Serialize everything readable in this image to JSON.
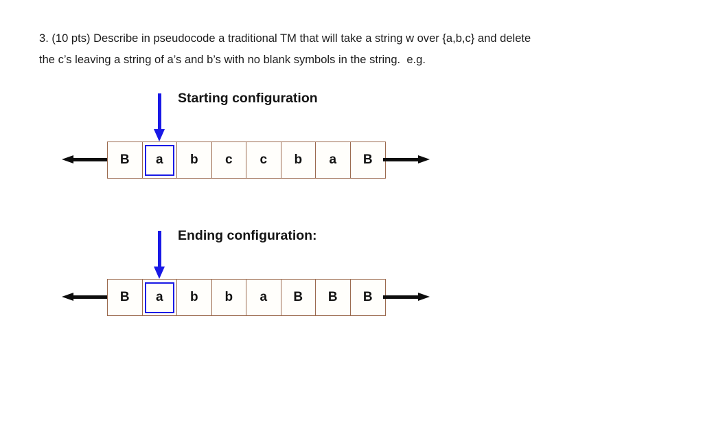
{
  "question": {
    "lines": [
      "3. (10 pts) Describe in pseudocode a traditional TM that will take a string w over {a,b,c} and delete",
      "the c’s leaving a string of a’s and b’s with no blank symbols in the string.  e.g."
    ]
  },
  "colors": {
    "tape_border": "#9b6a4e",
    "head_highlight": "#1919e6",
    "tape_arrow": "#0d0d0d",
    "text": "#1b1b1b",
    "background": "#ffffff"
  },
  "figures": [
    {
      "caption": "Starting configuration",
      "head_index": 1,
      "cells": [
        "B",
        "a",
        "b",
        "c",
        "c",
        "b",
        "a",
        "B"
      ],
      "left_arrow_icon": "arrow-left-icon",
      "right_arrow_icon": "arrow-right-icon",
      "head_icon": "arrow-down-icon"
    },
    {
      "caption": "Ending configuration:",
      "head_index": 1,
      "cells": [
        "B",
        "a",
        "b",
        "b",
        "a",
        "B",
        "B",
        "B"
      ],
      "left_arrow_icon": "arrow-left-icon",
      "right_arrow_icon": "arrow-right-icon",
      "head_icon": "arrow-down-icon"
    }
  ]
}
